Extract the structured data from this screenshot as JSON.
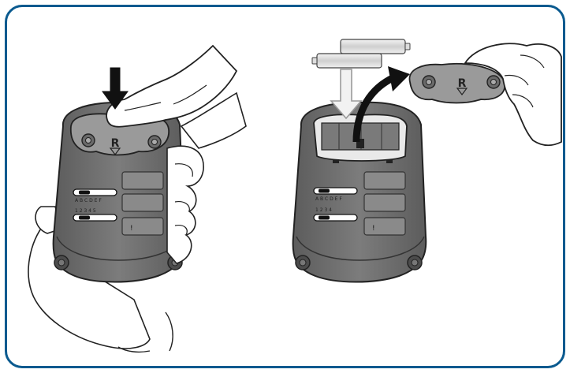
{
  "illustration": {
    "left_panel": {
      "cover_glyph": "R",
      "slider_a_letters": "A B C D E F",
      "slider_b_digits": "1 2 3 4 5",
      "small_label": "!"
    },
    "right_panel": {
      "cover_glyph": "R",
      "slider_a_letters": "A B C D E F",
      "slider_b_digits": "1 2 3 4",
      "small_label": "!"
    },
    "colors": {
      "border": "#0a5a8f",
      "device_dark": "#6e6e6e",
      "device_mid": "#8e8e8e",
      "device_light": "#b4b4b4",
      "arrow": "#111111"
    }
  }
}
